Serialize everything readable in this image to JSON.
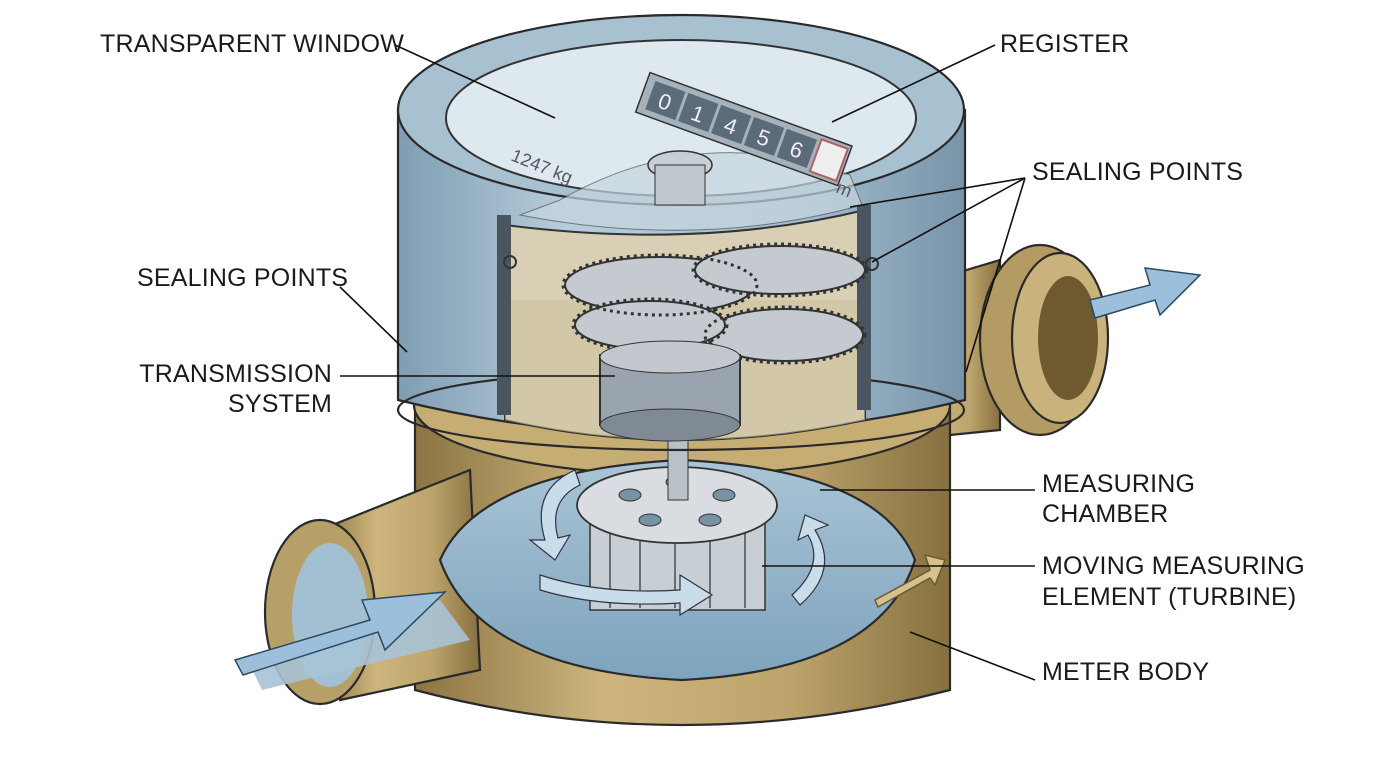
{
  "labels": {
    "transparent_window": "TRANSPARENT WINDOW",
    "register": "REGISTER",
    "sealing_points_right": "SEALING POINTS",
    "sealing_points_left": "SEALING POINTS",
    "transmission_line1": "TRANSMISSION",
    "transmission_line2": "SYSTEM",
    "measuring_chamber_line1": "MEASURING",
    "measuring_chamber_line2": "CHAMBER",
    "turbine_line1": "MOVING MEASURING",
    "turbine_line2": "ELEMENT (TURBINE)",
    "meter_body": "METER BODY"
  },
  "dial": {
    "digits": [
      "0",
      "1",
      "4",
      "5",
      "6"
    ],
    "dial_marking": "1247 kg",
    "unit": "m"
  },
  "colors": {
    "brass": "#b9a06a",
    "blue_housing": "#9fb8c9",
    "flow_arrow": "#8fb7d6"
  }
}
